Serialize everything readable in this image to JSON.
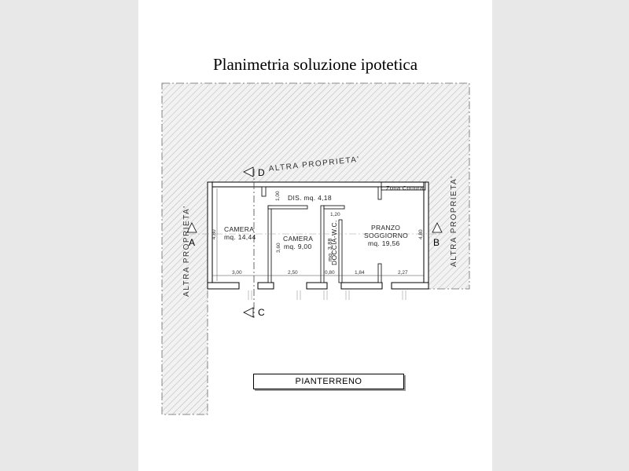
{
  "title": "Planimetria soluzione ipotetica",
  "neighbors": {
    "top": "ALTRA PROPRIETA'",
    "left": "ALTRA PROPRIETA'",
    "right": "ALTRA PROPRIETA'"
  },
  "sections": {
    "A": "A",
    "B": "B",
    "C": "C",
    "D": "D"
  },
  "rooms": {
    "camera1": {
      "name": "CAMERA",
      "area": "mq. 14,44"
    },
    "camera2": {
      "name": "CAMERA",
      "area": "mq. 9,00"
    },
    "dis": {
      "label": "DIS. mq. 4,18"
    },
    "doccia": {
      "name": "DOCCIA-W.C.",
      "area": "mq. 3,88"
    },
    "pranzo": {
      "name1": "PRANZO",
      "name2": "SOGGIORNO",
      "area": "mq. 19,56"
    },
    "cottura": {
      "label": "Zona Cottura"
    }
  },
  "dimensions": {
    "d300": "3,00",
    "d250": "2,50",
    "d080": "0,80",
    "d184": "1,84",
    "d227": "2,27",
    "h480a": "4,80",
    "h480b": "4,80",
    "h360": "3,60",
    "h120": "1,20",
    "h100": "1,00"
  },
  "floor_label": "PIANTERRENO"
}
